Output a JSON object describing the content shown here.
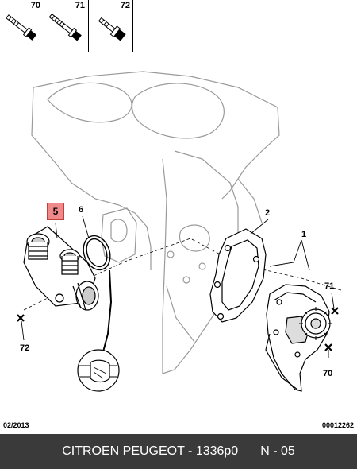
{
  "bolts": [
    {
      "number": "70"
    },
    {
      "number": "71"
    },
    {
      "number": "72"
    }
  ],
  "callouts": {
    "c5": "5",
    "c6": "6",
    "c2": "2",
    "c1": "1",
    "c71": "71",
    "c70": "70",
    "c72": "72"
  },
  "footer": {
    "date": "02/2013",
    "doc_number": "00012262"
  },
  "bottom_bar": {
    "brand": "CITROEN PEUGEOT - 1336p0",
    "section": "N - 05"
  }
}
